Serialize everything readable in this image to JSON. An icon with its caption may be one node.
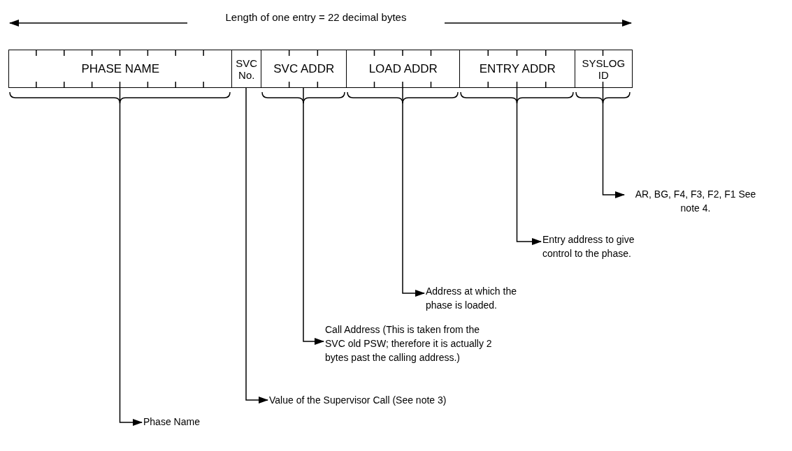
{
  "diagram": {
    "nodes": [
      {
        "text": [
          "PHASE NAME"
        ]
      },
      {
        "text": [
          "SVC No."
        ]
      },
      {
        "text": [
          "SVC ADDR"
        ]
      },
      {
        "text": [
          "LOAD ADDR"
        ]
      },
      {
        "text": [
          "ENTRY ADDR"
        ]
      },
      {
        "text": [
          "SYSLOG ID"
        ]
      },
      {
        "text": [
          "AR, BG, F4, F3, F2, F1 See note 4."
        ]
      },
      {
        "text": [
          "Entry address to give control to the phase."
        ]
      },
      {
        "text": [
          "Address at which the phase is loaded."
        ]
      },
      {
        "text": [
          "Call Address (This is taken from the SVC old PSW; therefore it is actually 2 bytes past the calling address.)"
        ]
      },
      {
        "text": [
          "Value of the Supervisor Call (See note 3)"
        ]
      },
      {
        "text": [
          "Phase Name"
        ]
      }
    ],
    "edges": [
      {
        "from": 5,
        "to": 6,
        "arrow": "to"
      },
      {
        "from": 4,
        "to": 7,
        "arrow": "to"
      },
      {
        "from": 3,
        "to": 8,
        "arrow": "to"
      },
      {
        "from": 2,
        "to": 9,
        "arrow": "to"
      },
      {
        "from": 1,
        "to": 10,
        "arrow": "to"
      },
      {
        "from": 0,
        "to": 11,
        "arrow": "to"
      }
    ],
    "labels": [
      "Length of one entry = 22 decimal bytes"
    ]
  }
}
